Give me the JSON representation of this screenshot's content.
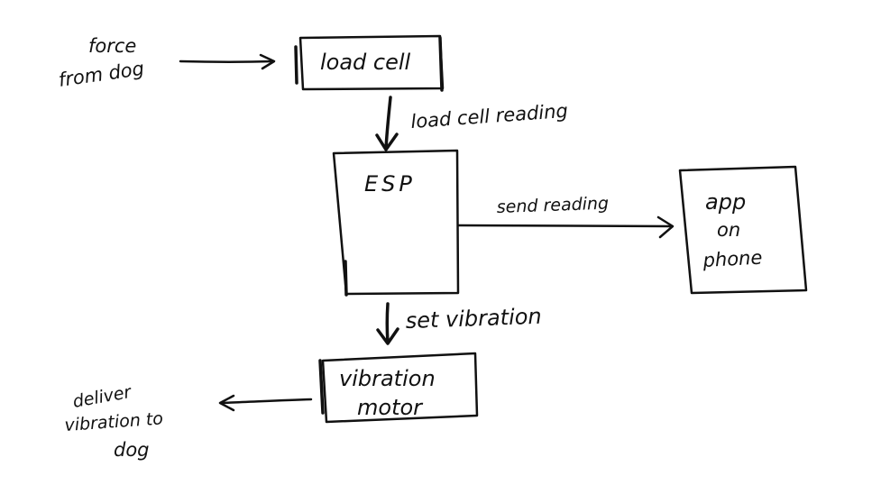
{
  "nodes": {
    "load_cell": "load cell",
    "esp": "ESP",
    "app_line1": "app",
    "app_line2": "on",
    "app_line3": "phone",
    "vibration_motor_line1": "vibration",
    "vibration_motor_line2": "motor"
  },
  "edges": {
    "force_from_dog_line1": "force",
    "force_from_dog_line2": "from dog",
    "load_cell_reading": "load cell reading",
    "send_reading": "send reading",
    "set_vibration": "set vibration",
    "deliver_line1": "deliver",
    "deliver_line2": "vibration to",
    "deliver_line3": "dog"
  }
}
